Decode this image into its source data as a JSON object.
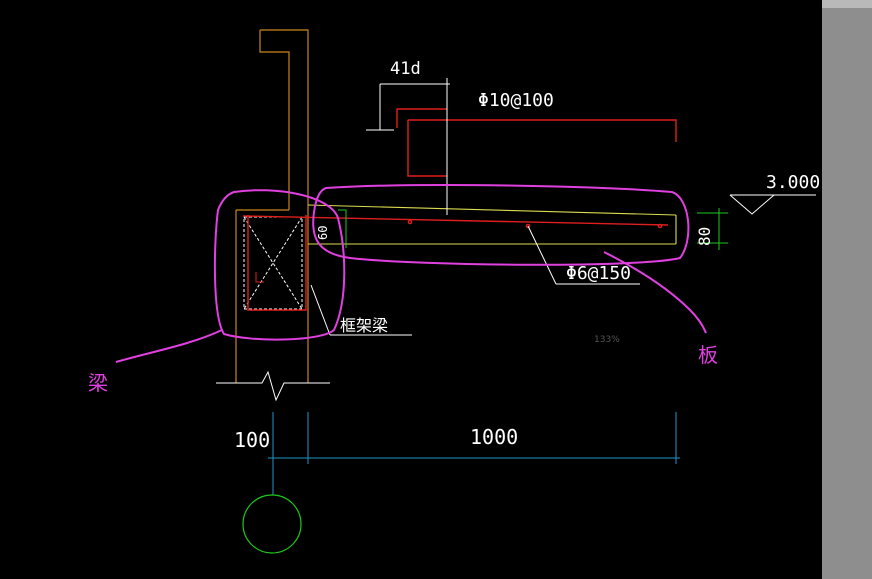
{
  "colors": {
    "background": "#000000",
    "wall": "#c8861e",
    "rebar": "#e01e1e",
    "slab": "#dcdc50",
    "dimension": "#1e96c8",
    "annotation": "#e040e0",
    "leader": "#ffffff",
    "axis_circle": "#1ec81e",
    "side_panel": "#8e8e8e"
  },
  "labels": {
    "anchor_length": "41d",
    "top_rebar": "Φ10@100",
    "elevation": "3.000",
    "slab_thickness": "80",
    "bottom_rebar": "Φ6@150",
    "beam_name": "框架梁",
    "hook_length": "60",
    "zoom": "133%"
  },
  "dimensions": {
    "left": "100",
    "right": "1000"
  },
  "annotations": {
    "beam": "梁",
    "slab": "板"
  }
}
